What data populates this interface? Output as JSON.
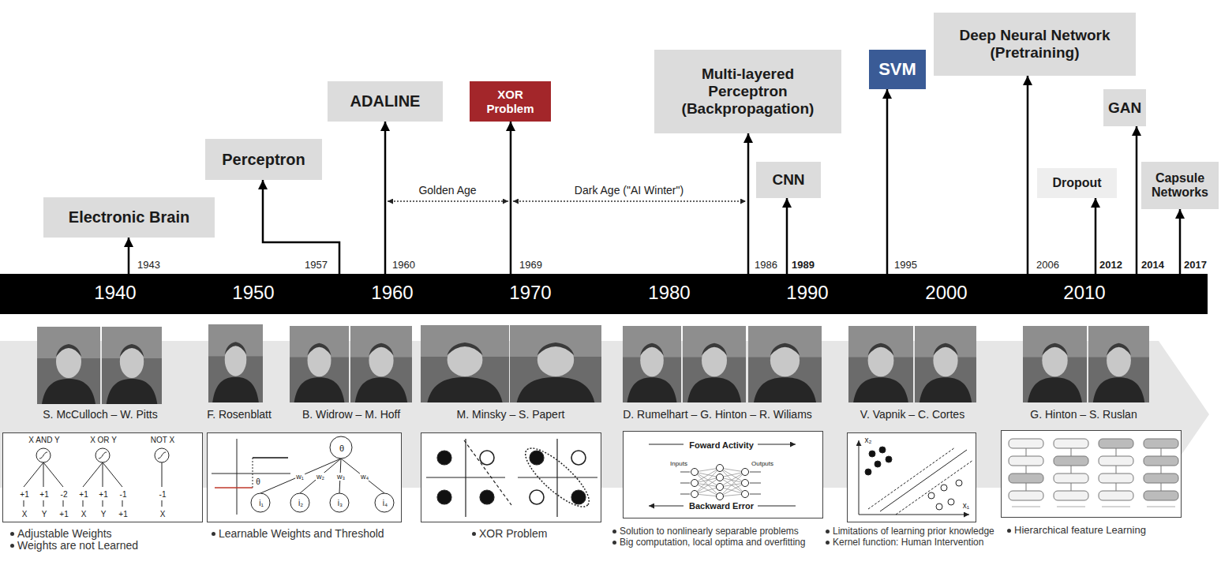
{
  "diagram": {
    "nodes": [
      {
        "text": [
          "Electronic Brain"
        ]
      },
      {
        "text": [
          "Perceptron"
        ]
      },
      {
        "text": [
          "ADALINE"
        ]
      },
      {
        "text": [
          "XOR Problem"
        ]
      },
      {
        "text": [
          "Multi-layered Perceptron (Backpropagation)"
        ]
      },
      {
        "text": [
          "CNN"
        ]
      },
      {
        "text": [
          "SVM"
        ]
      },
      {
        "text": [
          "Deep Neural Network (Pretraining)"
        ]
      },
      {
        "text": [
          "Dropout"
        ]
      },
      {
        "text": [
          "GAN"
        ]
      },
      {
        "text": [
          "Capsule Networks"
        ]
      },
      {
        "text": [
          "1940",
          "1950",
          "1960",
          "1970",
          "1980",
          "1990",
          "2000",
          "2010"
        ]
      },
      {
        "text": [
          "X AND Y",
          "X OR Y",
          "NOT X",
          "+1",
          "+1",
          "-2",
          "+1",
          "+1",
          "-1",
          "-1",
          "X",
          "Y",
          "+1",
          "X",
          "Y",
          "+1",
          "X"
        ]
      },
      {
        "text": [
          "θ",
          "θ",
          "w₁",
          "w₂",
          "w₃",
          "w₄",
          "i₁",
          "i₂",
          "i₃",
          "i₄"
        ]
      },
      {
        "text": [
          "Foward Activity",
          "Inputs",
          "Outputs",
          "Backward Error"
        ]
      },
      {
        "text": [
          "x₂",
          "x₁"
        ]
      }
    ],
    "edges": [
      {
        "from": 11,
        "to": 0,
        "arrow": "to"
      },
      {
        "from": 11,
        "to": 1,
        "arrow": "to"
      },
      {
        "from": 11,
        "to": 2,
        "arrow": "to"
      },
      {
        "from": 11,
        "to": 3,
        "arrow": "to"
      },
      {
        "from": 11,
        "to": 4,
        "arrow": "to"
      },
      {
        "from": 11,
        "to": 5,
        "arrow": "to"
      },
      {
        "from": 11,
        "to": 6,
        "arrow": "to"
      },
      {
        "from": 11,
        "to": 7,
        "arrow": "to"
      },
      {
        "from": 11,
        "to": 8,
        "arrow": "to"
      },
      {
        "from": 11,
        "to": 9,
        "arrow": "to"
      },
      {
        "from": 11,
        "to": 10,
        "arrow": "to"
      }
    ],
    "labels": [
      "1943",
      "1957",
      "1960",
      "Golden Age",
      "1969",
      "Dark Age (\"AI Winter\")",
      "1986",
      "1989",
      "1995",
      "2006",
      "2012",
      "2014",
      "2017",
      "S. McCulloch – W. Pitts",
      "F. Rosenblatt",
      "B. Widrow – M. Hoff",
      "M. Minsky – S. Papert",
      "D. Rumelhart – G. Hinton – R. Wiliams",
      "V. Vapnik – C. Cortes",
      "G. Hinton – S. Ruslan",
      "Adjustable Weights",
      "Weights are not Learned",
      "Learnable Weights and Threshold",
      "XOR Problem",
      "Solution to nonlinearly separable problems",
      "Big computation, local optima and overfitting",
      "Limitations of learning prior knowledge",
      "Kernel function: Human Intervention",
      "Hierarchical feature Learning"
    ]
  }
}
